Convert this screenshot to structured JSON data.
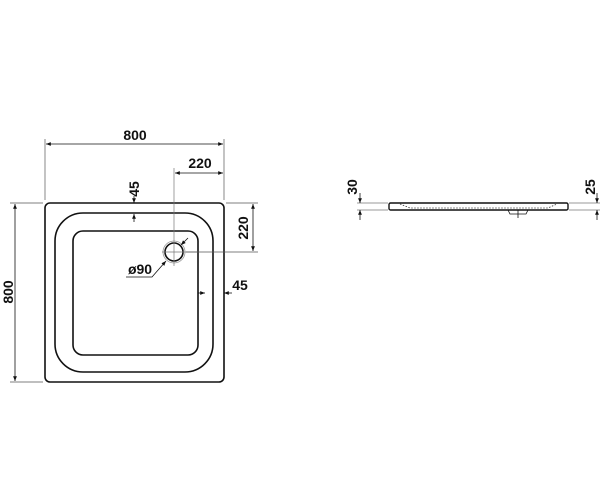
{
  "plan_view": {
    "width_label": "800",
    "depth_label": "800",
    "drain_offset_x_label": "220",
    "drain_offset_y_label": "220",
    "rim_top_label": "45",
    "rim_side_label": "45",
    "drain_diameter_label": "ø90"
  },
  "side_view": {
    "height_left_label": "30",
    "height_right_label": "25"
  },
  "colors": {
    "line": "#111111",
    "thin_line": "#555555"
  }
}
